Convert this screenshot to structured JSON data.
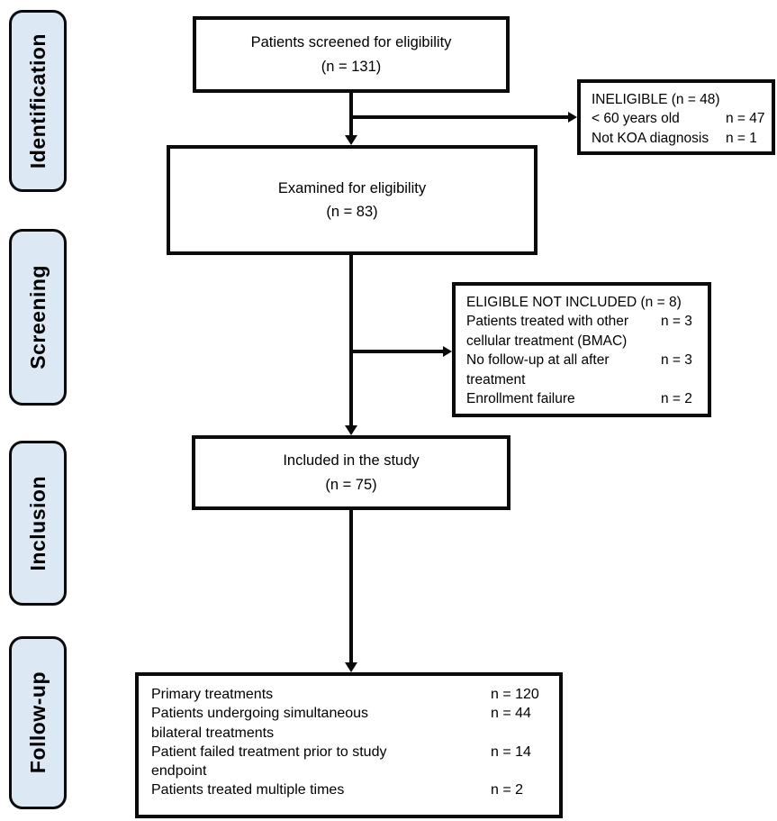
{
  "stages": [
    {
      "label": "Identification"
    },
    {
      "label": "Screening"
    },
    {
      "label": "Inclusion"
    },
    {
      "label": "Follow-up"
    }
  ],
  "boxes": {
    "screened": {
      "text": "Patients screened for eligibility\n(n = 131)"
    },
    "ineligible": {
      "title": "INELIGIBLE (n = 48)",
      "rows": [
        {
          "label": "< 60 years old",
          "value": "n = 47"
        },
        {
          "label": "Not KOA diagnosis",
          "value": "n = 1"
        }
      ]
    },
    "examined": {
      "text": "Examined for eligibility\n(n = 83)"
    },
    "eligible_not_included": {
      "title": "ELIGIBLE NOT INCLUDED (n = 8)",
      "rows": [
        {
          "label": "Patients treated with other\ncellular treatment (BMAC)",
          "value": "n = 3"
        },
        {
          "label": "No follow-up at all after\ntreatment",
          "value": "n = 3"
        },
        {
          "label": "Enrollment failure",
          "value": "n = 2"
        }
      ]
    },
    "included": {
      "text": "Included in the study\n(n = 75)"
    },
    "followup": {
      "rows": [
        {
          "label": "Primary treatments",
          "value": "n = 120"
        },
        {
          "label": "Patients undergoing simultaneous\nbilateral treatments",
          "value": "n = 44"
        },
        {
          "label": "Patient failed treatment prior to study\nendpoint",
          "value": "n = 14"
        },
        {
          "label": "Patients treated multiple times",
          "value": "n = 2"
        }
      ]
    }
  },
  "colors": {
    "stage_fill": "#dce9f5",
    "line": "#0a0a0a",
    "background": "#ffffff"
  }
}
